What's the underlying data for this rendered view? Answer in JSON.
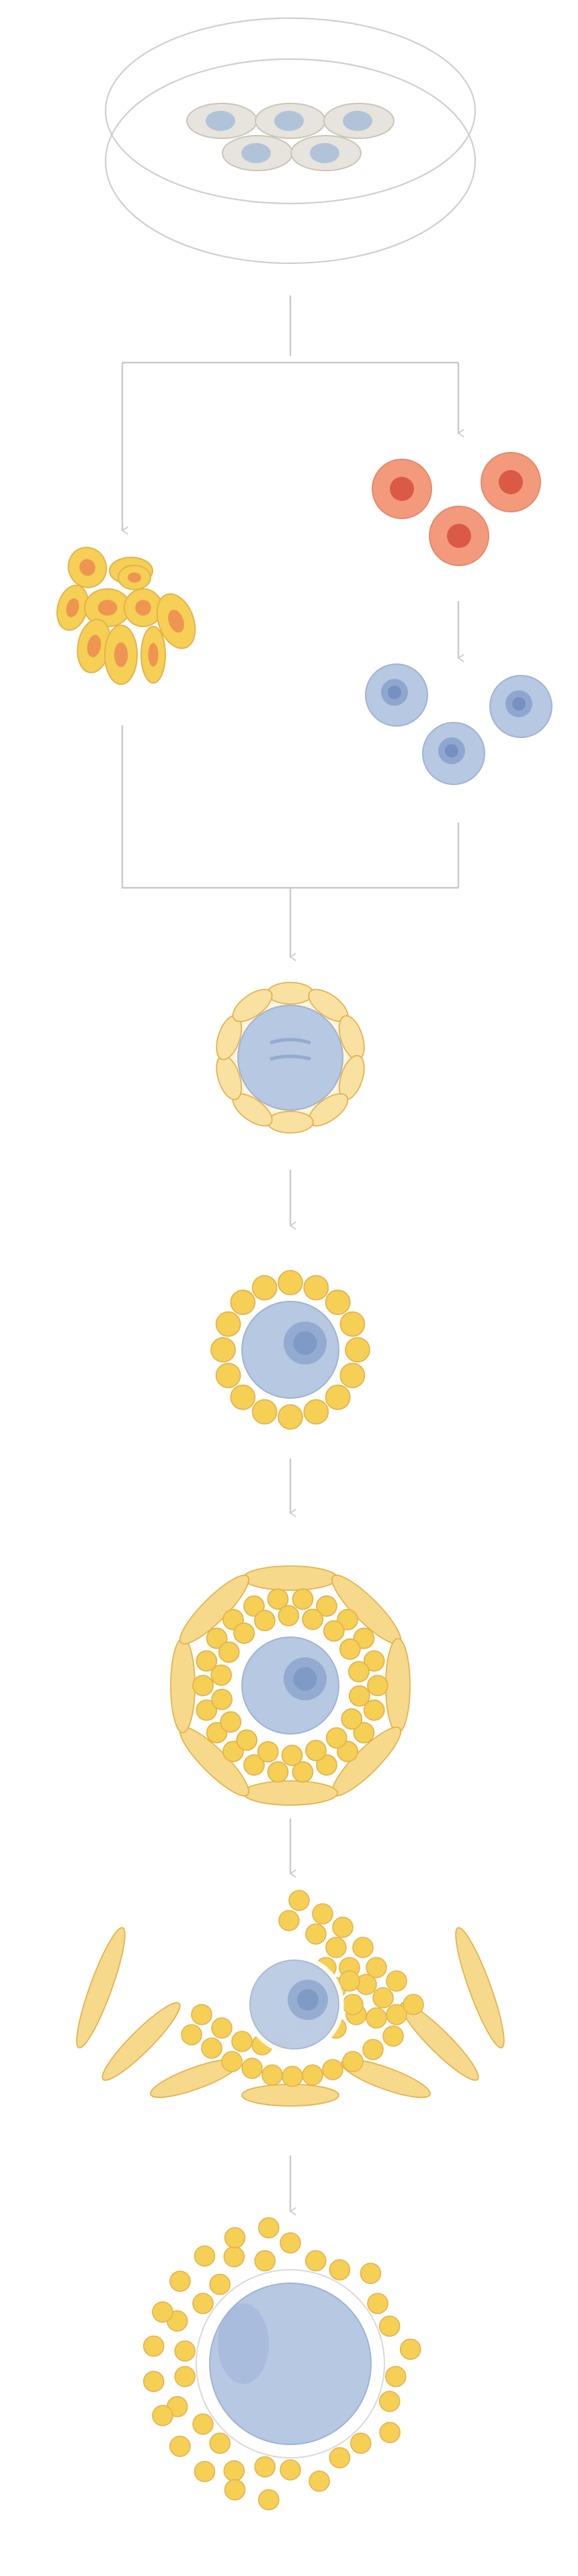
{
  "palette": {
    "granulosa_fill": "#f6cf55",
    "granulosa_light": "#f9e1a2",
    "granulosa_edge": "#e3b44e",
    "theca_fill": "#f7d98c",
    "oocyte_fill": "#b6c8e2",
    "oocyte_edge": "#9fb3d3",
    "nucleus_fill": "#8fa7cf",
    "germ_cell_fill": "#f39a7d",
    "germ_cell_nucleus": "#db5a45",
    "stem_cell_fill": "#e6e4dc",
    "stem_cell_nucleus": "#a7bdd8",
    "zona_fill": "#ffffff",
    "connector_color": "#c9c9c9"
  },
  "stages": [
    {
      "id": "culture-dish-stem-cells",
      "icon": "petri-dish-icon"
    },
    {
      "id": "granulosa-like-cells",
      "icon": "cell-cluster-icon"
    },
    {
      "id": "primordial-germ-cell-like-cells",
      "icon": "germ-cell-icon"
    },
    {
      "id": "oocyte-like-cells",
      "icon": "oocyte-icon"
    },
    {
      "id": "primordial-follicle",
      "icon": "follicle-icon"
    },
    {
      "id": "primary-follicle",
      "icon": "follicle-icon"
    },
    {
      "id": "secondary-follicle",
      "icon": "follicle-icon"
    },
    {
      "id": "antral-follicle",
      "icon": "follicle-icon"
    },
    {
      "id": "mature-oocyte-with-cumulus",
      "icon": "oocyte-icon"
    }
  ]
}
